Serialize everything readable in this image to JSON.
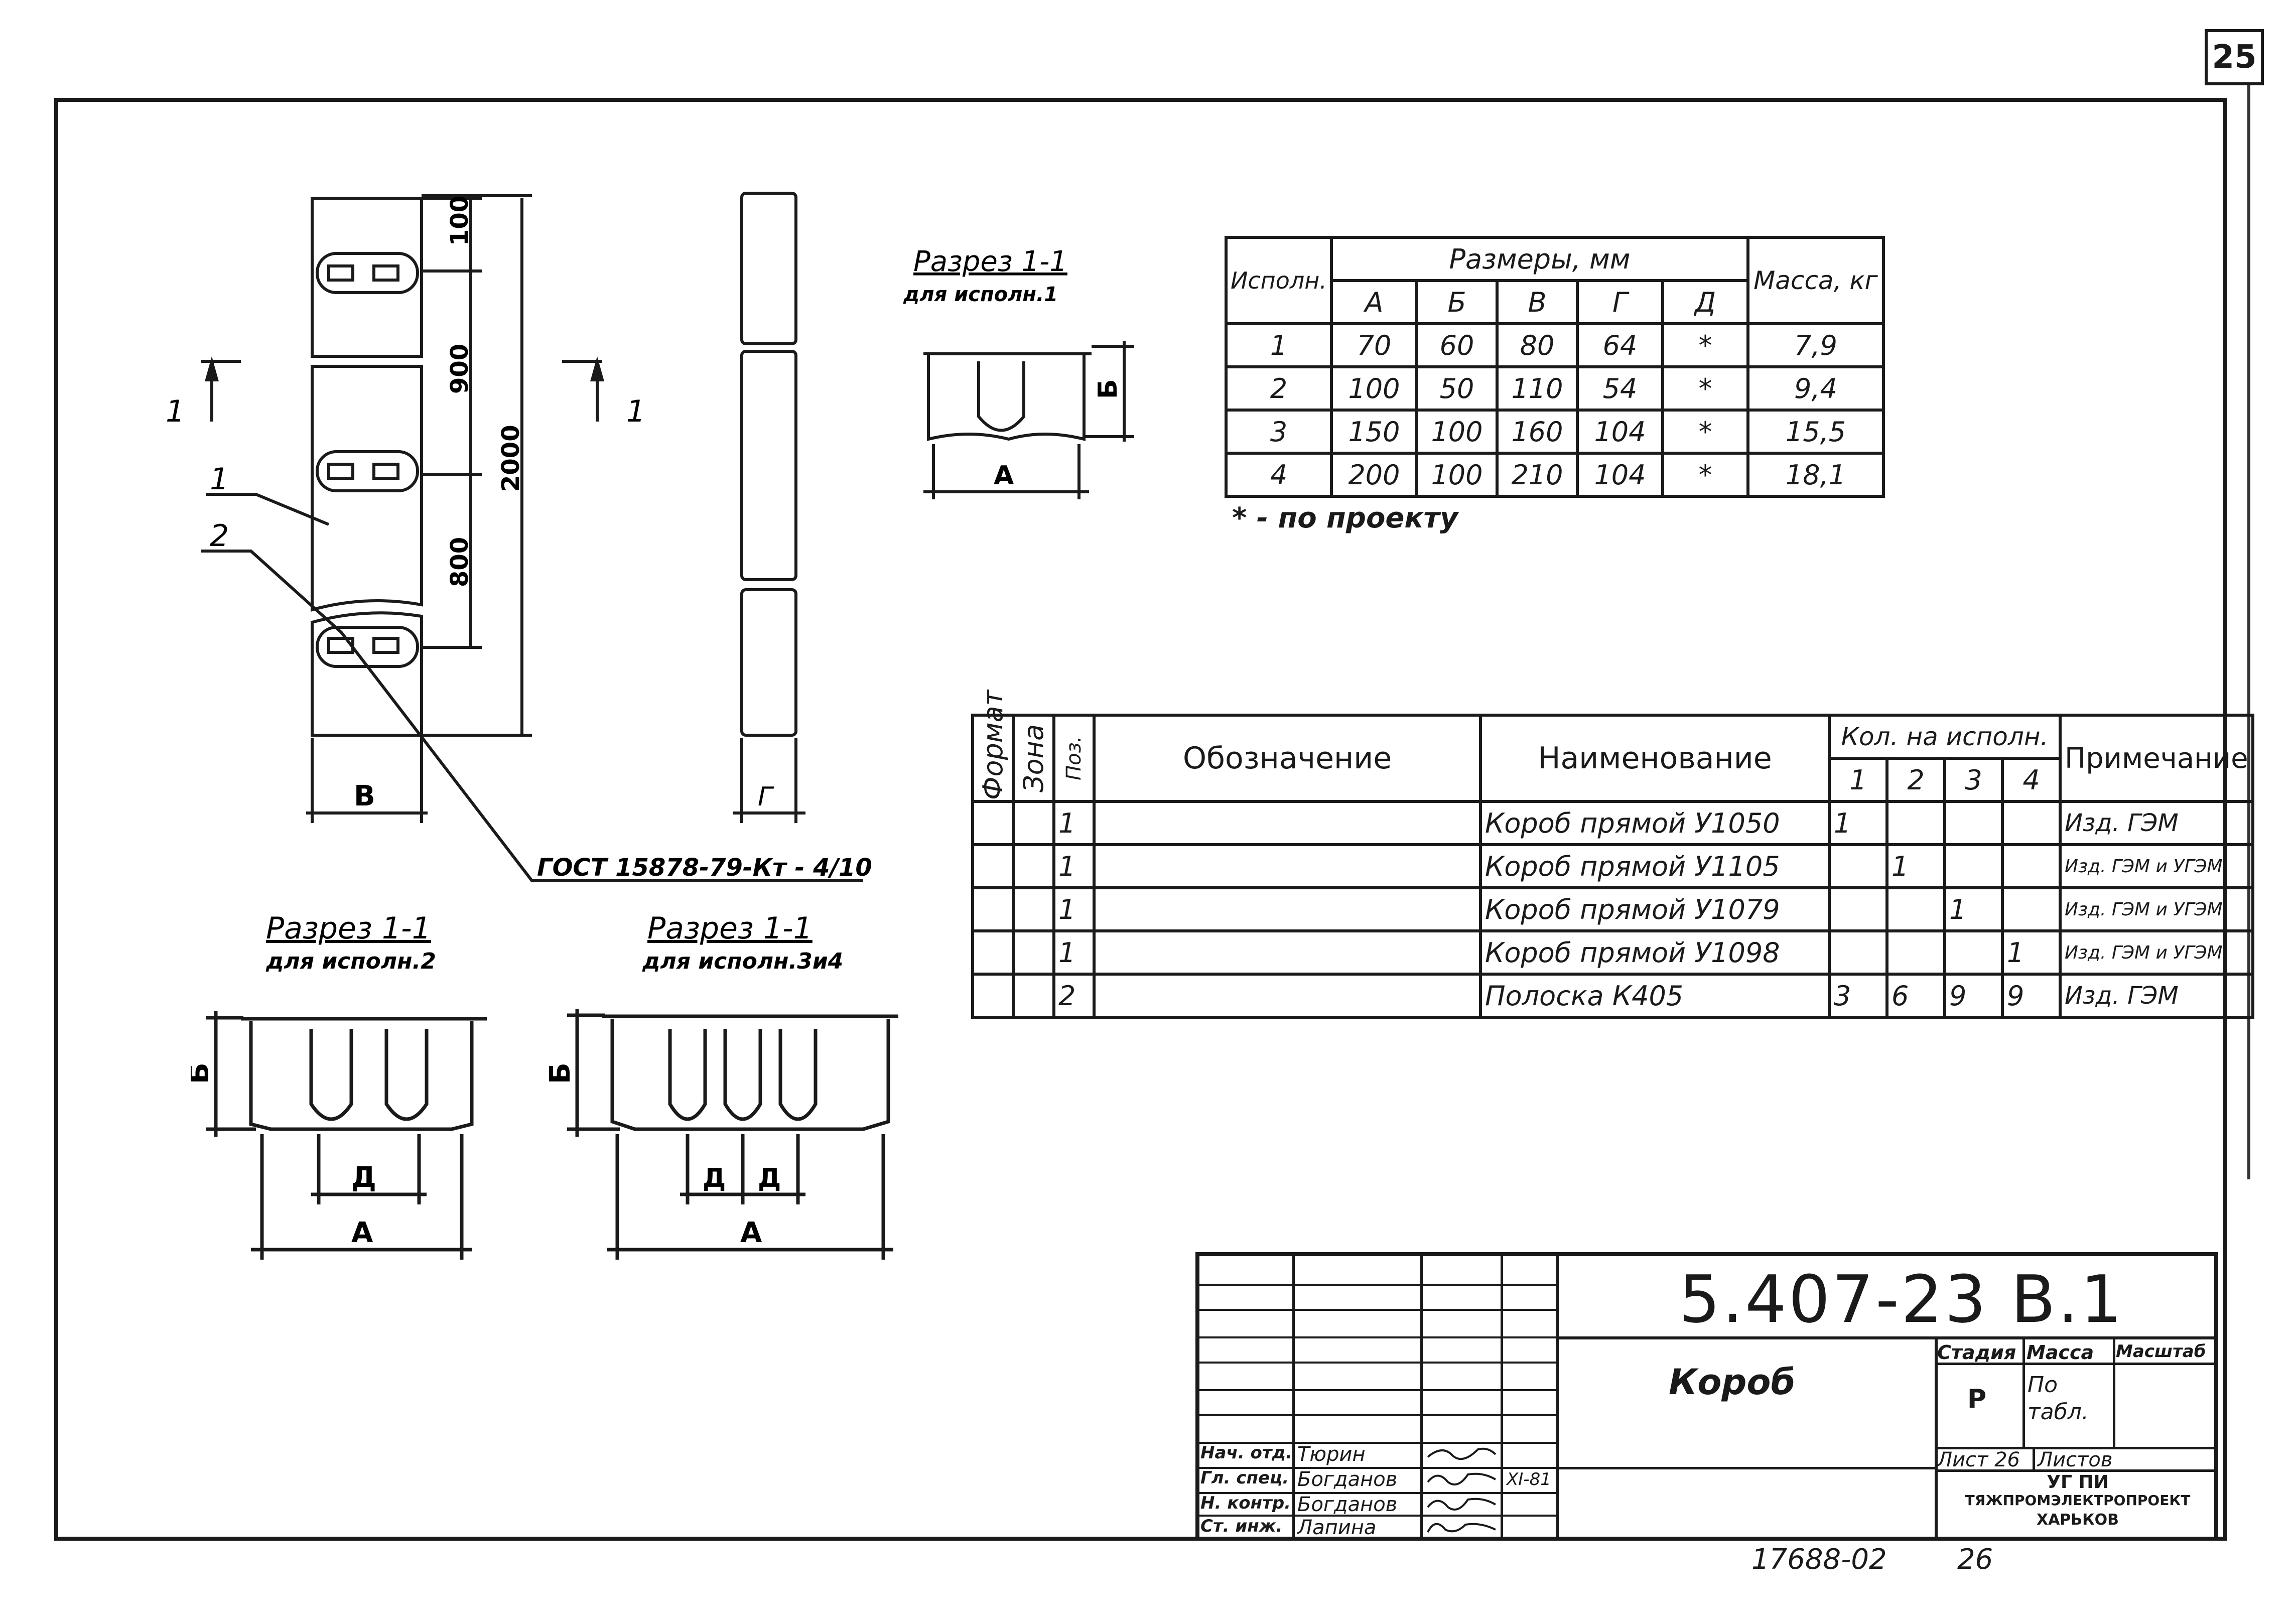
{
  "page_number": "25",
  "sheet_ref": "17688-02",
  "sheet_ref_2": "26",
  "drawing": {
    "section_marks": [
      "1",
      "1"
    ],
    "pos_labels": [
      "1",
      "2"
    ],
    "dims_vertical": [
      "100",
      "900",
      "800",
      "2000"
    ],
    "dim_width": "В",
    "dim_side": "Г",
    "fastener_note": "ГОСТ 15878-79-Кт - 4/10"
  },
  "sections": [
    {
      "title": "Разрез 1-1",
      "subtitle": "для исполн.1",
      "dim_h": "Б",
      "dim_w": "А"
    },
    {
      "title": "Разрез 1-1",
      "subtitle": "для исполн.2",
      "dim_h": "Б",
      "dim_w": "А",
      "dim_pitch": "Д"
    },
    {
      "title": "Разрез 1-1",
      "subtitle": "для исполн.3и4",
      "dim_h": "Б",
      "dim_w": "А",
      "dim_pitch": "Д"
    }
  ],
  "dim_table": {
    "col_variant": "Исполн.",
    "col_sizes": "Размеры, мм",
    "col_mass": "Масса, кг",
    "size_cols": [
      "А",
      "Б",
      "В",
      "Г",
      "Д"
    ],
    "rows": [
      {
        "v": "1",
        "a": "70",
        "b": "60",
        "c": "80",
        "g": "64",
        "d": "*",
        "m": "7,9"
      },
      {
        "v": "2",
        "a": "100",
        "b": "50",
        "c": "110",
        "g": "54",
        "d": "*",
        "m": "9,4"
      },
      {
        "v": "3",
        "a": "150",
        "b": "100",
        "c": "160",
        "g": "104",
        "d": "*",
        "m": "15,5"
      },
      {
        "v": "4",
        "a": "200",
        "b": "100",
        "c": "210",
        "g": "104",
        "d": "*",
        "m": "18,1"
      }
    ],
    "footnote": "* - по проекту"
  },
  "spec_table": {
    "h_format": "Формат",
    "h_zone": "Зона",
    "h_pos": "Поз.",
    "h_designation": "Обозначение",
    "h_name": "Наименование",
    "h_qty": "Кол. на исполн.",
    "qty_cols": [
      "1",
      "2",
      "3",
      "4"
    ],
    "h_note": "Примечание",
    "rows": [
      {
        "pos": "1",
        "name": "Короб прямой У1050",
        "q1": "1",
        "q2": "",
        "q3": "",
        "q4": "",
        "note": "Изд. ГЭМ"
      },
      {
        "pos": "1",
        "name": "Короб прямой У1105",
        "q1": "",
        "q2": "1",
        "q3": "",
        "q4": "",
        "note": "Изд. ГЭМ и УГЭМ"
      },
      {
        "pos": "1",
        "name": "Короб прямой У1079",
        "q1": "",
        "q2": "",
        "q3": "1",
        "q4": "",
        "note": "Изд. ГЭМ и УГЭМ"
      },
      {
        "pos": "1",
        "name": "Короб прямой У1098",
        "q1": "",
        "q2": "",
        "q3": "",
        "q4": "1",
        "note": "Изд. ГЭМ и УГЭМ"
      },
      {
        "pos": "2",
        "name": "Полоска К405",
        "q1": "3",
        "q2": "6",
        "q3": "9",
        "q4": "9",
        "note": "Изд. ГЭМ"
      }
    ]
  },
  "title_block": {
    "doc_number": "5.407-23 В.1",
    "doc_name": "Короб",
    "h_stage": "Стадия",
    "h_mass": "Масса",
    "h_scale": "Масштаб",
    "stage": "Р",
    "mass": "По табл.",
    "sheet_label": "Лист 26",
    "sheets_label": "Листов",
    "org_line1": "УГ ПИ",
    "org_line2": "ТЯЖПРОМЭЛЕКТРОПРОЕКТ",
    "org_line3": "ХАРЬКОВ",
    "date": "XI-81",
    "roles": [
      {
        "role": "Нач. отд.",
        "name": "Тюрин"
      },
      {
        "role": "Гл. спец.",
        "name": "Богданов"
      },
      {
        "role": "Н. контр.",
        "name": "Богданов"
      },
      {
        "role": "Ст. инж.",
        "name": "Лапина"
      }
    ]
  }
}
